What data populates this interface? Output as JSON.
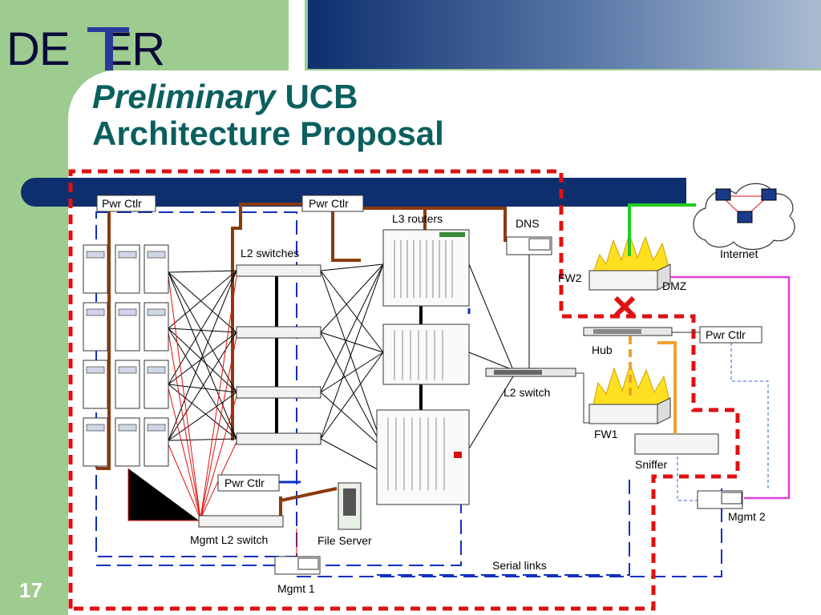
{
  "logo": {
    "text_left": "DE",
    "text_mid": "T",
    "text_right": "ER"
  },
  "title": {
    "italic": "Preliminary",
    "rest_line1": " UCB",
    "line2": "Architecture Proposal"
  },
  "page_number": "17",
  "labels": {
    "pwr_ctlr_1": "Pwr Ctlr",
    "pwr_ctlr_2": "Pwr Ctlr",
    "pwr_ctlr_3": "Pwr Ctlr",
    "pwr_ctlr_4": "Pwr Ctlr",
    "l3_routers": "L3 routers",
    "dns": "DNS",
    "l2_switches": "L2 switches",
    "fw2": "FW2",
    "dmz": "DMZ",
    "internet": "Internet",
    "hub": "Hub",
    "l2_switch": "L2 switch",
    "fw1": "FW1",
    "sniffer": "Sniffer",
    "mgmt2": "Mgmt 2",
    "mgmt_l2_switch": "Mgmt L2 switch",
    "file_server": "File Server",
    "serial_links": "Serial links",
    "mgmt1": "Mgmt 1"
  },
  "colors": {
    "background_green": "#9ecb8f",
    "title": "#0b5f5f",
    "navy": "#0d2f6e",
    "dashed_red": "#e01010",
    "power_brown": "#8b3a0e",
    "dmz_magenta": "#e040e0",
    "internet_green": "#22cc22",
    "sniffer_orange": "#f0a030"
  }
}
